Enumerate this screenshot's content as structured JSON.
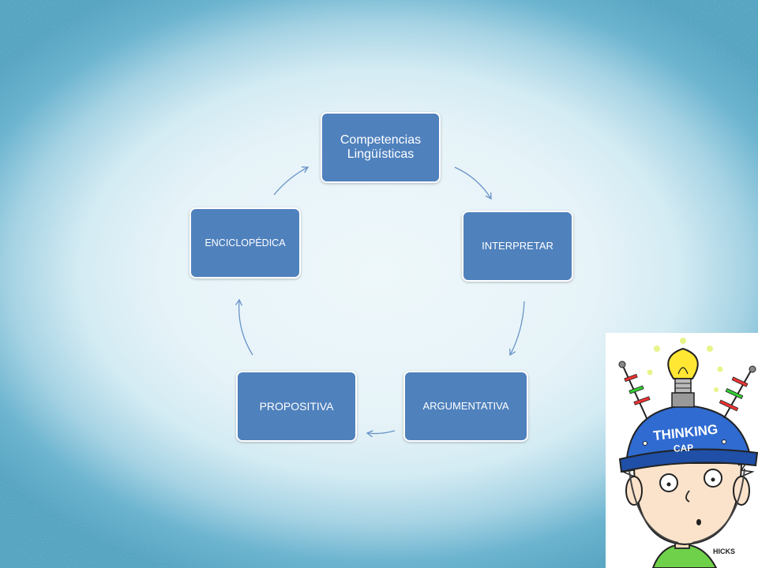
{
  "diagram": {
    "type": "cycle",
    "nodes": [
      {
        "id": "competencias",
        "lines": [
          "Competencias",
          "Lingüísticas"
        ]
      },
      {
        "id": "interpretar",
        "lines": [
          "INTERPRETAR"
        ]
      },
      {
        "id": "argumentativa",
        "lines": [
          "ARGUMENTATIVA"
        ]
      },
      {
        "id": "propositiva",
        "lines": [
          "PROPOSITIVA"
        ]
      },
      {
        "id": "enciclopedica",
        "lines": [
          "ENCICLOPÉDICA"
        ]
      }
    ],
    "edges": [
      {
        "from": "competencias",
        "to": "interpretar"
      },
      {
        "from": "interpretar",
        "to": "argumentativa"
      },
      {
        "from": "argumentativa",
        "to": "propositiva"
      },
      {
        "from": "propositiva",
        "to": "enciclopedica"
      },
      {
        "from": "enciclopedica",
        "to": "competencias"
      }
    ]
  },
  "illustration": {
    "subject": "boy wearing thinking cap with light bulb",
    "cap_text_line1": "THINKING",
    "cap_text_line2": "CAP",
    "signature": "HICKS"
  },
  "colors": {
    "background": "#3f97b8",
    "node_fill": "#4f81bd",
    "node_text": "#ffffff",
    "arrow": "#6a93c7",
    "cap": "#2f6bd1"
  }
}
